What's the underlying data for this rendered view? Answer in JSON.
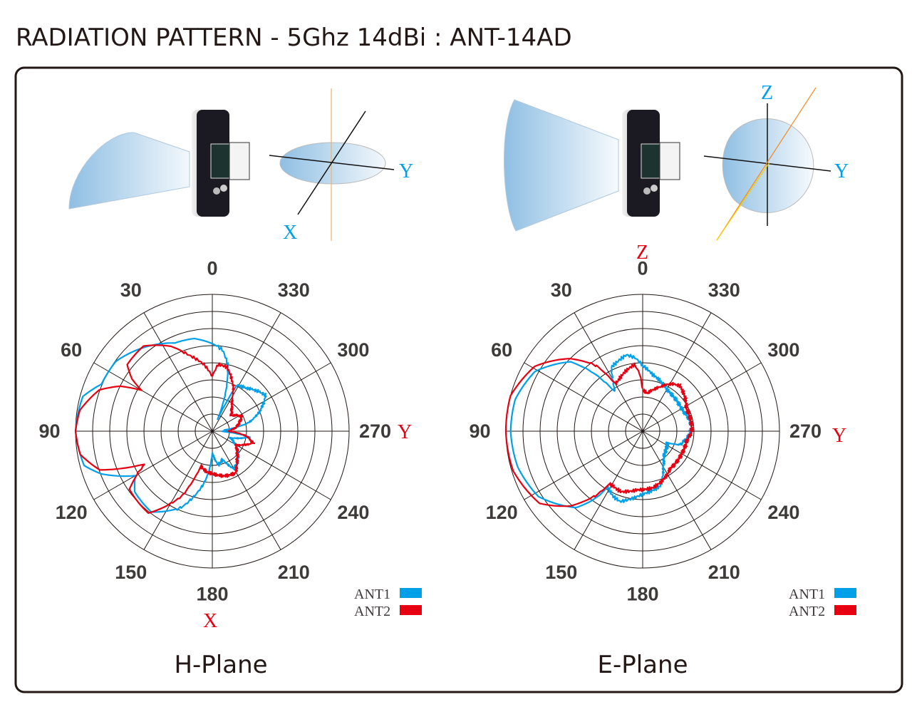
{
  "title": "RADIATION PATTERN - 5Ghz 14dBi : ANT-14AD",
  "colors": {
    "ant1": "#00a0e9",
    "ant2": "#e60012",
    "axis_label": "#00a0e9",
    "plane_axis_label": "#e60012"
  },
  "illustrations": {
    "left": {
      "axis_x": "X",
      "axis_y": "Y"
    },
    "right": {
      "axis_z": "Z",
      "axis_y": "Y"
    }
  },
  "chart_data": [
    {
      "type": "polar-line",
      "title": "H-Plane",
      "angle_ticks": [
        "0",
        "30",
        "60",
        "90",
        "120",
        "150",
        "180",
        "210",
        "240",
        "270",
        "300",
        "330"
      ],
      "angle_direction": "counterclockwise-from-top",
      "radial_rings": 8,
      "radial_range": [
        0,
        1
      ],
      "axis_labels": {
        "right": "Y",
        "bottom": "X"
      },
      "legend": [
        "ANT1",
        "ANT2"
      ],
      "legend_position": "bottom-right",
      "series": [
        {
          "name": "ANT1",
          "color": "#00a0e9",
          "points": [
            [
              0,
              0.64
            ],
            [
              11,
              0.69
            ],
            [
              23,
              0.7
            ],
            [
              41,
              0.8
            ],
            [
              54,
              0.87
            ],
            [
              67,
              0.88
            ],
            [
              75,
              0.98
            ],
            [
              90,
              1.0
            ],
            [
              105,
              0.97
            ],
            [
              111,
              0.87
            ],
            [
              120,
              0.65
            ],
            [
              128,
              0.72
            ],
            [
              143,
              0.74
            ],
            [
              158,
              0.6
            ],
            [
              170,
              0.4
            ],
            [
              175,
              0.3
            ],
            [
              180,
              0.16
            ],
            [
              190,
              0.25
            ],
            [
              200,
              0.22
            ],
            [
              210,
              0.32
            ],
            [
              222,
              0.28
            ],
            [
              237,
              0.21
            ],
            [
              250,
              0.14
            ],
            [
              261,
              0.27
            ],
            [
              268,
              0.08
            ],
            [
              276,
              0.1
            ],
            [
              283,
              0.27
            ],
            [
              293,
              0.38
            ],
            [
              304,
              0.47
            ],
            [
              312,
              0.44
            ],
            [
              322,
              0.4
            ],
            [
              332,
              0.38
            ],
            [
              336,
              0.1
            ],
            [
              341,
              0.3
            ],
            [
              347,
              0.5
            ],
            [
              353,
              0.6
            ],
            [
              360,
              0.64
            ]
          ]
        },
        {
          "name": "ANT2",
          "color": "#e60012",
          "points": [
            [
              0,
              0.4
            ],
            [
              7,
              0.49
            ],
            [
              17,
              0.58
            ],
            [
              26,
              0.69
            ],
            [
              39,
              0.8
            ],
            [
              52,
              0.79
            ],
            [
              57,
              0.7
            ],
            [
              60,
              0.6
            ],
            [
              64,
              0.75
            ],
            [
              70,
              0.88
            ],
            [
              81,
              0.98
            ],
            [
              90,
              1.0
            ],
            [
              100,
              0.98
            ],
            [
              109,
              0.87
            ],
            [
              116,
              0.55
            ],
            [
              125,
              0.74
            ],
            [
              142,
              0.76
            ],
            [
              155,
              0.52
            ],
            [
              162,
              0.27
            ],
            [
              172,
              0.3
            ],
            [
              180,
              0.31
            ],
            [
              196,
              0.34
            ],
            [
              209,
              0.35
            ],
            [
              220,
              0.28
            ],
            [
              229,
              0.24
            ],
            [
              240,
              0.2
            ],
            [
              254,
              0.31
            ],
            [
              262,
              0.25
            ],
            [
              270,
              0.12
            ],
            [
              280,
              0.18
            ],
            [
              297,
              0.24
            ],
            [
              310,
              0.18
            ],
            [
              320,
              0.22
            ],
            [
              328,
              0.27
            ],
            [
              334,
              0.35
            ],
            [
              347,
              0.48
            ],
            [
              355,
              0.49
            ],
            [
              360,
              0.4
            ]
          ]
        }
      ]
    },
    {
      "type": "polar-line",
      "title": "E-Plane",
      "angle_ticks": [
        "0",
        "30",
        "60",
        "90",
        "120",
        "150",
        "180",
        "210",
        "240",
        "270",
        "300",
        "330"
      ],
      "angle_direction": "counterclockwise-from-top",
      "radial_rings": 8,
      "radial_range": [
        0,
        1
      ],
      "axis_labels": {
        "right": "Y",
        "top": "Z"
      },
      "legend": [
        "ANT1",
        "ANT2"
      ],
      "legend_position": "bottom-right",
      "series": [
        {
          "name": "ANT1",
          "color": "#00a0e9",
          "points": [
            [
              0,
              0.48
            ],
            [
              6,
              0.54
            ],
            [
              12,
              0.57
            ],
            [
              20,
              0.54
            ],
            [
              26,
              0.52
            ],
            [
              31,
              0.42
            ],
            [
              35,
              0.35
            ],
            [
              40,
              0.55
            ],
            [
              46,
              0.73
            ],
            [
              61,
              0.9
            ],
            [
              76,
              0.96
            ],
            [
              90,
              0.965
            ],
            [
              106,
              0.95
            ],
            [
              122,
              0.9
            ],
            [
              139,
              0.74
            ],
            [
              145,
              0.6
            ],
            [
              148,
              0.48
            ],
            [
              155,
              0.52
            ],
            [
              162,
              0.54
            ],
            [
              175,
              0.48
            ],
            [
              180,
              0.46
            ],
            [
              198,
              0.42
            ],
            [
              210,
              0.3
            ],
            [
              220,
              0.24
            ],
            [
              230,
              0.22
            ],
            [
              245,
              0.2
            ],
            [
              250,
              0.29
            ],
            [
              265,
              0.34
            ],
            [
              275,
              0.36
            ],
            [
              285,
              0.35
            ],
            [
              296,
              0.33
            ],
            [
              306,
              0.33
            ],
            [
              320,
              0.34
            ],
            [
              329,
              0.35
            ],
            [
              341,
              0.39
            ],
            [
              350,
              0.42
            ],
            [
              360,
              0.48
            ]
          ]
        },
        {
          "name": "ANT2",
          "color": "#e60012",
          "points": [
            [
              0,
              0.3
            ],
            [
              3,
              0.42
            ],
            [
              7,
              0.49
            ],
            [
              15,
              0.46
            ],
            [
              26,
              0.41
            ],
            [
              30,
              0.4
            ],
            [
              35,
              0.58
            ],
            [
              45,
              0.75
            ],
            [
              59,
              0.92
            ],
            [
              75,
              1.0
            ],
            [
              90,
              1.0
            ],
            [
              107,
              0.99
            ],
            [
              125,
              0.92
            ],
            [
              136,
              0.76
            ],
            [
              144,
              0.58
            ],
            [
              148,
              0.45
            ],
            [
              160,
              0.47
            ],
            [
              175,
              0.43
            ],
            [
              190,
              0.42
            ],
            [
              205,
              0.38
            ],
            [
              216,
              0.34
            ],
            [
              239,
              0.33
            ],
            [
              258,
              0.33
            ],
            [
              270,
              0.36
            ],
            [
              285,
              0.36
            ],
            [
              297,
              0.36
            ],
            [
              310,
              0.4
            ],
            [
              321,
              0.43
            ],
            [
              330,
              0.4
            ],
            [
              340,
              0.34
            ],
            [
              353,
              0.28
            ],
            [
              360,
              0.3
            ]
          ]
        }
      ]
    }
  ]
}
